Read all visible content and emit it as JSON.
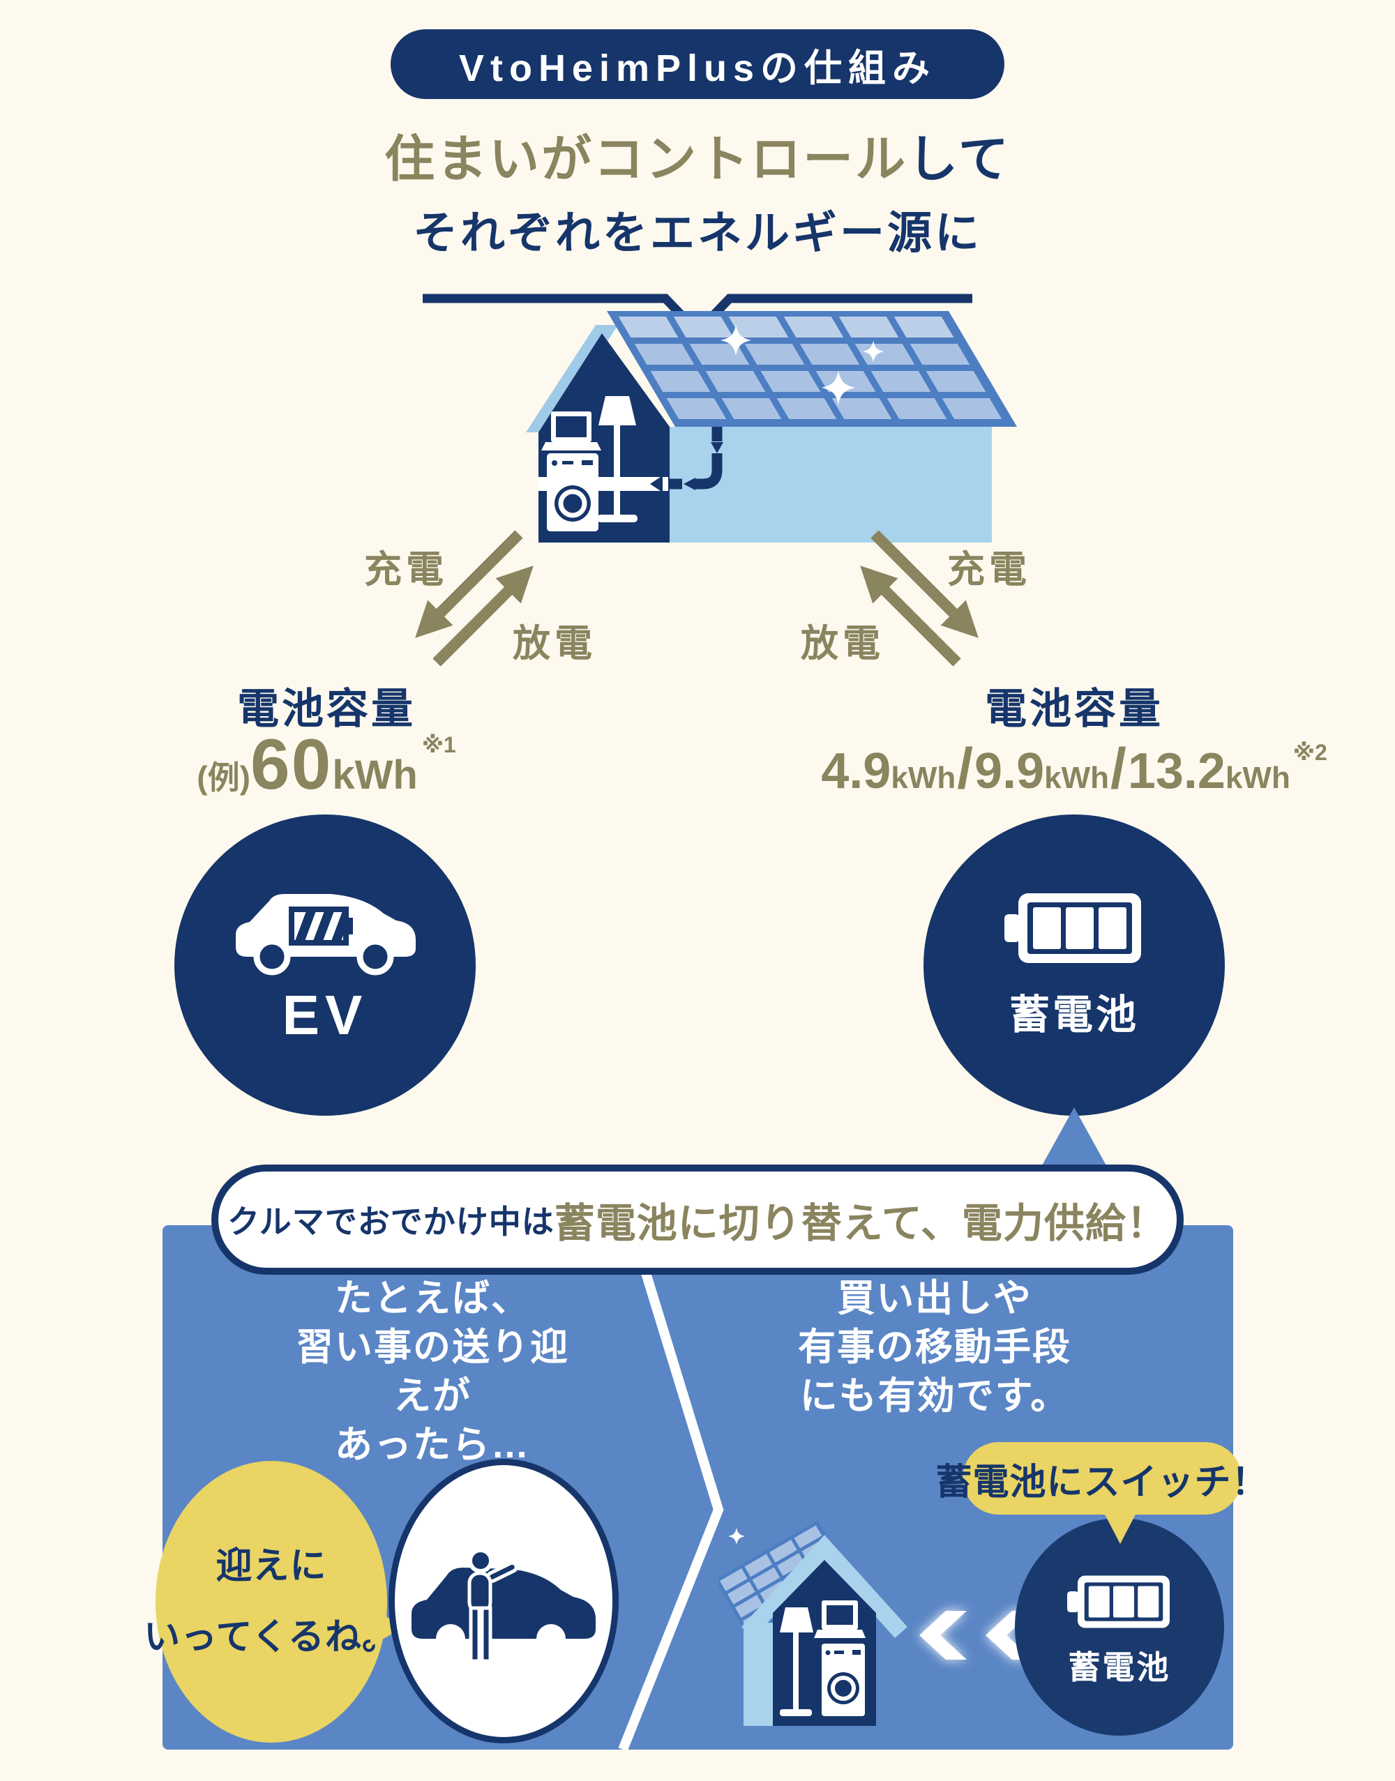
{
  "colors": {
    "background": "#fdf9ee",
    "navy": "#16356a",
    "olive_accent": "#8a845f",
    "panel_blue": "#5b86c5",
    "roof_blue": "#4d7ec2",
    "solar_cell_blue": "#a9c2e4",
    "house_light_blue": "#a9d2ec",
    "highlight_yellow": "#e9d464",
    "white": "#ffffff"
  },
  "header": {
    "badge": "VtoHeimPlusの仕組み",
    "title_accent": "住まいがコントロール",
    "title_suffix": "して",
    "title_line2": "それぞれをエネルギー源に"
  },
  "ev_side": {
    "charge": "充電",
    "discharge": "放電",
    "capacity_title": "電池容量",
    "capacity_prefix": "(例)",
    "capacity_value": "60",
    "capacity_unit": "kWh",
    "footnote": "※1",
    "label": "EV"
  },
  "battery_side": {
    "charge": "充電",
    "discharge": "放電",
    "capacity_title": "電池容量",
    "separator": "/",
    "capacities": [
      {
        "value": "4.9",
        "unit": "kWh"
      },
      {
        "value": "9.9",
        "unit": "kWh"
      },
      {
        "value": "13.2",
        "unit": "kWh"
      }
    ],
    "footnote": "※2",
    "label": "蓄電池"
  },
  "panel": {
    "title_prefix": "クルマでおでかけ中は",
    "title_accent": "蓄電池に切り替えて、電力供給！",
    "left_lines": [
      "たとえば、",
      "習い事の送り迎えが",
      "あったら…"
    ],
    "right_lines": [
      "買い出しや",
      "有事の移動手段",
      "にも有効です。"
    ],
    "bubble_lines": [
      "迎えに",
      "いってくるね。"
    ],
    "switch_tag": "蓄電池にスイッチ！",
    "battery_label": "蓄電池"
  }
}
